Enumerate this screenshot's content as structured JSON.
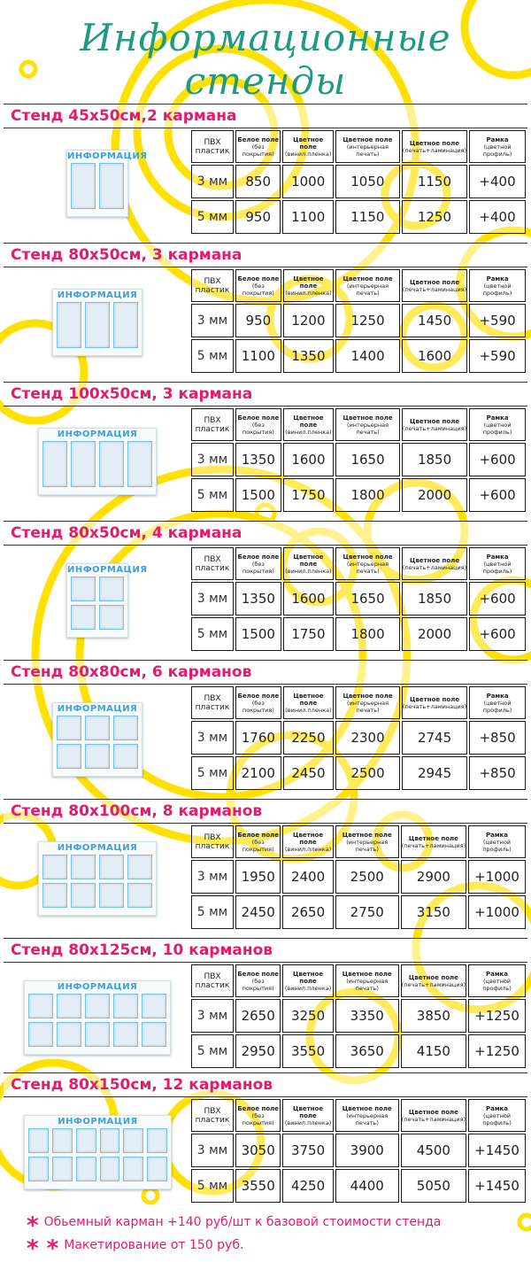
{
  "title": "Информационные стенды",
  "colors": {
    "accent": "#e8196c",
    "title": "#1e9a82",
    "rings": "#ffe100",
    "pocket_border": "#74c2e0"
  },
  "table_headers": {
    "pvc": "ПВХ пластик",
    "cols": [
      [
        "Белое поле",
        "(без покрытия)"
      ],
      [
        "Цветное поле",
        "(винил.пленка)"
      ],
      [
        "Цветное поле",
        "(интерьерная печать)"
      ],
      [
        "Цветное поле",
        "(печать+ламинация)"
      ],
      [
        "Рамка",
        "(цветной профиль)"
      ]
    ]
  },
  "stand_label": "ИНФОРМАЦИЯ",
  "sections": [
    {
      "title": "Стенд  45х50см,2 кармана",
      "pockets": 2,
      "cols": 2,
      "rows": [
        {
          "thickness": "3 мм",
          "values": [
            "850",
            "1000",
            "1050",
            "1150",
            "+400"
          ]
        },
        {
          "thickness": "5 мм",
          "values": [
            "950",
            "1100",
            "1150",
            "1250",
            "+400"
          ]
        }
      ]
    },
    {
      "title": "Стенд  80х50см, 3 кармана",
      "pockets": 3,
      "cols": 3,
      "rows": [
        {
          "thickness": "3 мм",
          "values": [
            "950",
            "1200",
            "1250",
            "1450",
            "+590"
          ]
        },
        {
          "thickness": "5 мм",
          "values": [
            "1100",
            "1350",
            "1400",
            "1600",
            "+590"
          ]
        }
      ]
    },
    {
      "title": "Стенд  100х50см, 3 кармана",
      "pockets": 4,
      "cols": 4,
      "rows": [
        {
          "thickness": "3 мм",
          "values": [
            "1350",
            "1600",
            "1650",
            "1850",
            "+600"
          ]
        },
        {
          "thickness": "5 мм",
          "values": [
            "1500",
            "1750",
            "1800",
            "2000",
            "+600"
          ]
        }
      ]
    },
    {
      "title": "Стенд  80х50см, 4 кармана",
      "pockets": 4,
      "cols": 2,
      "rows": [
        {
          "thickness": "3 мм",
          "values": [
            "1350",
            "1600",
            "1650",
            "1850",
            "+600"
          ]
        },
        {
          "thickness": "5 мм",
          "values": [
            "1500",
            "1750",
            "1800",
            "2000",
            "+600"
          ]
        }
      ]
    },
    {
      "title": "Стенд  80х80см, 6 карманов",
      "pockets": 6,
      "cols": 3,
      "rows": [
        {
          "thickness": "3 мм",
          "values": [
            "1760",
            "2250",
            "2300",
            "2745",
            "+850"
          ]
        },
        {
          "thickness": "5 мм",
          "values": [
            "2100",
            "2450",
            "2500",
            "2945",
            "+850"
          ]
        }
      ]
    },
    {
      "title": "Стенд  80х100см, 8 карманов",
      "pockets": 8,
      "cols": 4,
      "rows": [
        {
          "thickness": "3 мм",
          "values": [
            "1950",
            "2400",
            "2500",
            "2900",
            "+1000"
          ]
        },
        {
          "thickness": "5 мм",
          "values": [
            "2450",
            "2650",
            "2750",
            "3150",
            "+1000"
          ]
        }
      ]
    },
    {
      "title": "Стенд  80х125см, 10 карманов",
      "pockets": 10,
      "cols": 5,
      "rows": [
        {
          "thickness": "3 мм",
          "values": [
            "2650",
            "3250",
            "3350",
            "3850",
            "+1250"
          ]
        },
        {
          "thickness": "5 мм",
          "values": [
            "2950",
            "3550",
            "3650",
            "4150",
            "+1250"
          ]
        }
      ]
    },
    {
      "title": "Стенд  80х150см, 12 карманов",
      "pockets": 12,
      "cols": 6,
      "rows": [
        {
          "thickness": "3 мм",
          "values": [
            "3050",
            "3750",
            "3900",
            "4500",
            "+1450"
          ]
        },
        {
          "thickness": "5 мм",
          "values": [
            "3550",
            "4250",
            "4400",
            "5050",
            "+1450"
          ]
        }
      ]
    }
  ],
  "notes": [
    {
      "mark": "*",
      "text": "Обьемный карман  +140 руб/шт к базовой стоимости стенда"
    },
    {
      "mark": "* *",
      "text": "Макетирование от 150 руб."
    }
  ]
}
